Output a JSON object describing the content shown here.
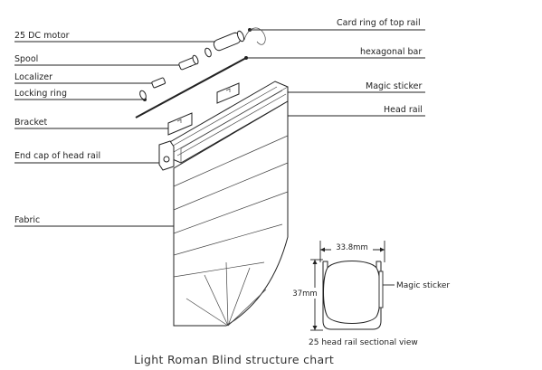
{
  "labels": {
    "dc_motor": "25 DC motor",
    "spool": "Spool",
    "localizer": "Localizer",
    "locking_ring": "Locking ring",
    "bracket": "Bracket",
    "end_cap": "End cap of head rail",
    "fabric": "Fabric",
    "card_ring": "Card ring of top rail",
    "hexagonal_bar": "hexagonal bar",
    "magic_sticker": "Magic sticker",
    "head_rail": "Head rail"
  },
  "section": {
    "width_dim": "33.8mm",
    "height_dim": "37mm",
    "magic_sticker": "Magic sticker",
    "caption": "25 head rail sectional view"
  },
  "caption": "Light Roman Blind structure chart"
}
